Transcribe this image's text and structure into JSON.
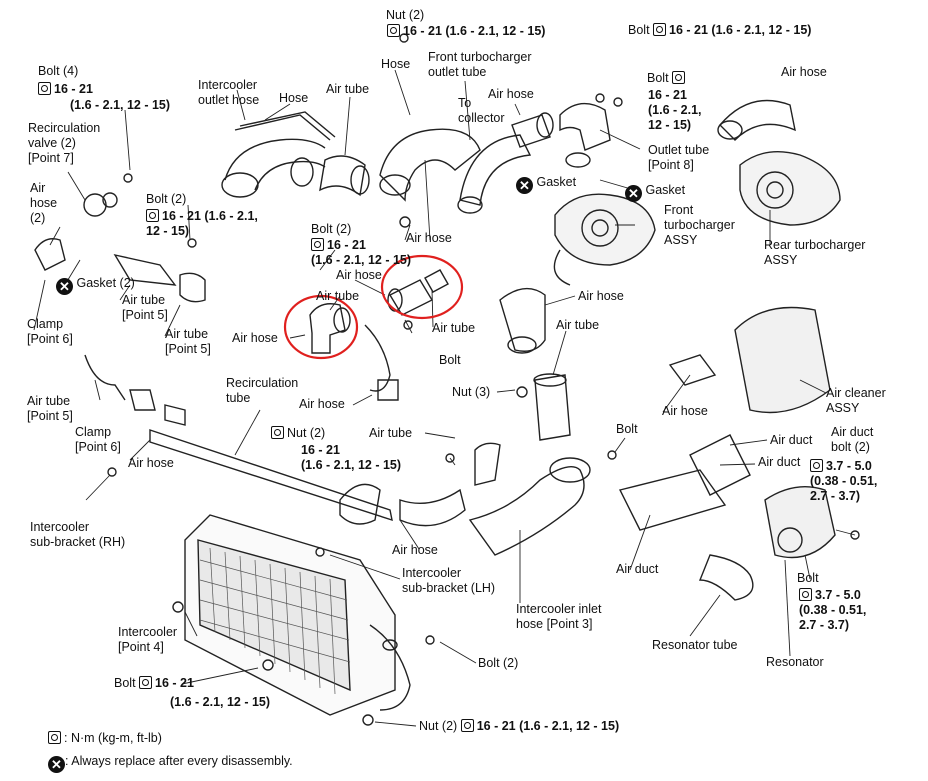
{
  "labels": {
    "nut2_top": "Nut (2)",
    "nut2_top_spec": "16 - 21 (1.6 - 2.1, 12 - 15)",
    "bolt_top_right": "Bolt",
    "bolt_top_right_spec": "16 - 21 (1.6 - 2.1, 12 - 15)",
    "bolt4": "Bolt (4)",
    "bolt4_spec1": "16 - 21",
    "bolt4_spec2": "(1.6 - 2.1, 12 - 15)",
    "intercooler_outlet_hose": "Intercooler\noutlet hose",
    "hose_1": "Hose",
    "air_tube_1": "Air tube",
    "hose_2": "Hose",
    "front_turbo_outlet": "Front turbocharger\noutlet tube",
    "to_collector": "To\ncollector",
    "air_hose_1": "Air hose",
    "bolt_mid": "Bolt",
    "bolt_mid_spec": "16 - 21\n(1.6 - 2.1,\n12 - 15)",
    "air_hose_2": "Air hose",
    "recirc_valve": "Recirculation\nvalve (2)\n[Point 7]",
    "outlet_tube_p8": "Outlet tube\n[Point 8]",
    "gasket_1": "Gasket",
    "gasket_2": "Gasket",
    "air_hose_left": "Air\nhose\n(2)",
    "bolt2_a": "Bolt (2)",
    "bolt2_a_spec": "16 - 21 (1.6 - 2.1,\n12 - 15)",
    "front_turbo_assy": "Front\nturbocharger\nASSY",
    "rear_turbo_assy": "Rear turbocharger\nASSY",
    "bolt2_b": "Bolt (2)",
    "bolt2_b_spec": "16 - 21\n(1.6 - 2.1, 12 - 15)",
    "air_hose_3": "Air hose",
    "air_hose_4": "Air hose",
    "gasket2": "Gasket (2)",
    "air_tube_p5_a": "Air tube\n[Point 5]",
    "air_tube_2": "Air tube",
    "air_hose_5": "Air hose",
    "air_tube_3": "Air tube",
    "clamp_p6": "Clamp\n[Point 6]",
    "air_tube_p5_b": "Air tube\n[Point 5]",
    "air_hose_6": "Air hose",
    "air_tube_4": "Air tube",
    "bolt_small": "Bolt",
    "recirc_tube": "Recirculation\ntube",
    "air_hose_7": "Air hose",
    "nut3": "Nut (3)",
    "air_hose_8": "Air hose",
    "air_cleaner": "Air cleaner\nASSY",
    "air_tube_p5_c": "Air tube\n[Point 5]",
    "clamp_p6_b": "Clamp\n[Point 6]",
    "nut2_mid": "Nut (2)",
    "nut2_mid_spec": "16 - 21\n(1.6 - 2.1, 12 - 15)",
    "air_tube_5": "Air tube",
    "bolt_right": "Bolt",
    "air_duct_1": "Air duct",
    "air_duct_2": "Air duct",
    "air_duct_bolt": "Air duct\nbolt (2)",
    "air_duct_bolt_spec": "3.7 - 5.0\n(0.38 - 0.51,\n2.7 - 3.7)",
    "air_hose_9": "Air hose",
    "intercooler_rh": "Intercooler\nsub-bracket (RH)",
    "air_hose_10": "Air hose",
    "intercooler_lh": "Intercooler\nsub-bracket (LH)",
    "air_duct_3": "Air duct",
    "bolt_res": "Bolt",
    "bolt_res_spec": "3.7 - 5.0\n(0.38 - 0.51,\n2.7 - 3.7)",
    "intercooler_inlet": "Intercooler inlet\nhose [Point 3]",
    "intercooler_p4": "Intercooler\n[Point 4]",
    "resonator_tube": "Resonator tube",
    "bolt2_c": "Bolt (2)",
    "resonator": "Resonator",
    "bolt_bottom": "Bolt",
    "bolt_bottom_spec1": "16 - 21",
    "bolt_bottom_spec2": "(1.6 - 2.1, 12 - 15)",
    "nut2_bottom": "Nut (2)",
    "nut2_bottom_spec": "16 - 21 (1.6 - 2.1, 12 - 15)"
  },
  "legend": {
    "torque_symbol": "N·m (kg-m, ft-lb)",
    "replace_symbol": "Always replace after every disassembly."
  },
  "highlight_color": "#e0201e"
}
